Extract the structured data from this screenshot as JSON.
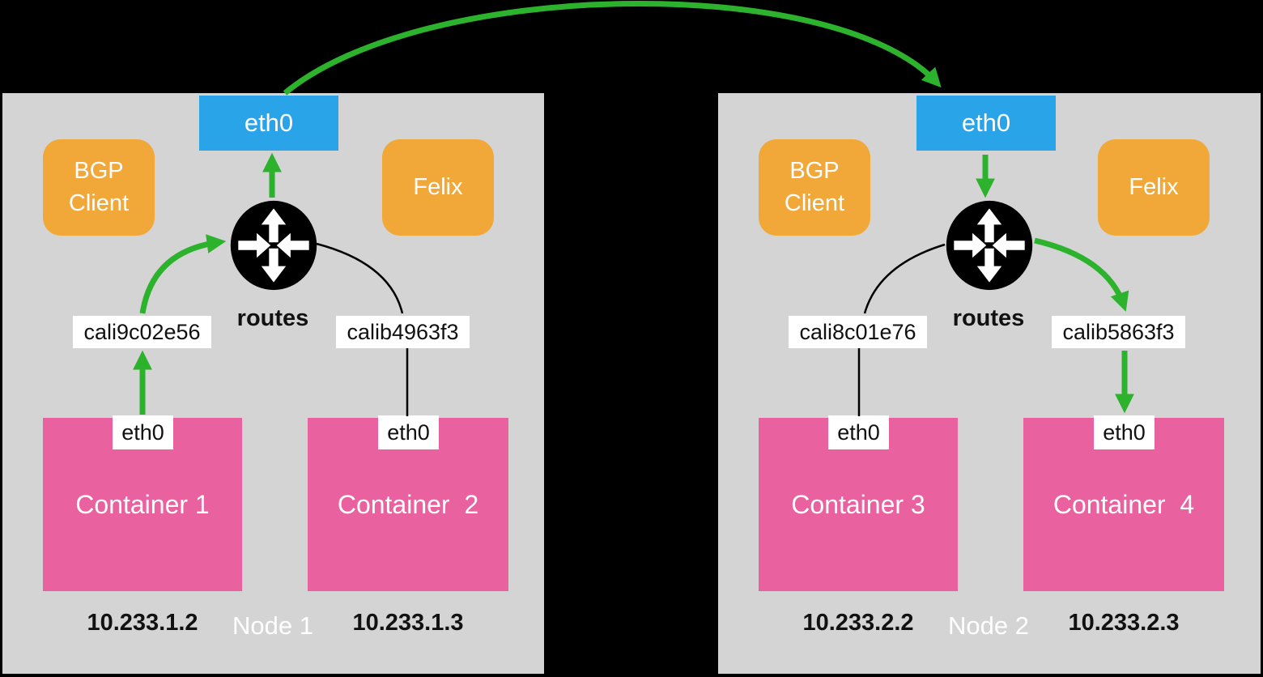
{
  "colors": {
    "canvas_bg": "#000000",
    "panel_bg": "#d4d4d4",
    "eth0_blue": "#29a4e9",
    "component_orange": "#f2a838",
    "container_pink": "#e9619f",
    "arrow_green": "#2db22d",
    "line_black": "#000000",
    "label_bg": "#ffffff",
    "text_white": "#ffffff",
    "text_black": "#111111"
  },
  "nodes": [
    {
      "name": "Node 1",
      "host_interface": "eth0",
      "bgp_client_label": "BGP Client",
      "felix_label": "Felix",
      "routes_label": "routes",
      "routes_icon": "routes-icon",
      "veths": [
        "cali9c02e56",
        "calib4963f3"
      ],
      "containers": [
        {
          "label": "Container 1",
          "interface": "eth0",
          "ip": "10.233.1.2"
        },
        {
          "label": "Container  2",
          "interface": "eth0",
          "ip": "10.233.1.3"
        }
      ]
    },
    {
      "name": "Node 2",
      "host_interface": "eth0",
      "bgp_client_label": "BGP Client",
      "felix_label": "Felix",
      "routes_label": "routes",
      "routes_icon": "routes-icon",
      "veths": [
        "cali8c01e76",
        "calib5863f3"
      ],
      "containers": [
        {
          "label": "Container 3",
          "interface": "eth0",
          "ip": "10.233.2.2"
        },
        {
          "label": "Container  4",
          "interface": "eth0",
          "ip": "10.233.2.3"
        }
      ]
    }
  ]
}
